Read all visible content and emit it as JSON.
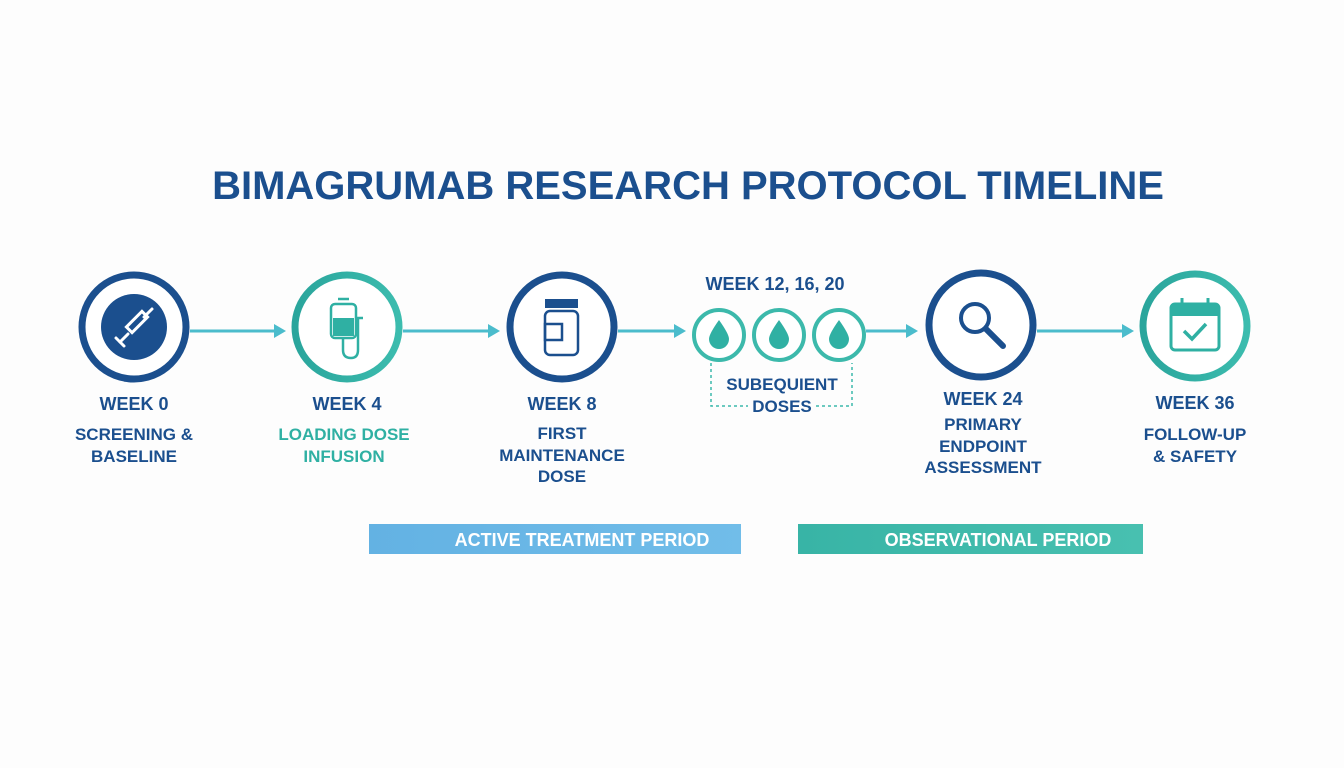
{
  "title": "BIMAGRUMAB RESEARCH PROTOCOL TIMELINE",
  "colors": {
    "navy": "#1b4f8e",
    "teal": "#2fb0a3",
    "arrow": "#4bbccc",
    "active_bar": "#5eb0e2",
    "observational_bar": "#3fb8a8"
  },
  "milestones": [
    {
      "week": "WEEK 0",
      "desc": [
        "SCREENING &",
        "BASELINE"
      ],
      "icon": "syringe-icon"
    },
    {
      "week": "WEEK 4",
      "desc": [
        "LOADING DOSE",
        "INFUSION"
      ],
      "icon": "iv-bag-icon"
    },
    {
      "week": "WEEK 8",
      "desc": [
        "FIRST",
        "MAINTENANCE",
        "DOSE"
      ],
      "icon": "medicine-bottle-icon"
    },
    {
      "week": "WEEK 12, 16, 20",
      "desc": [
        "SUBEQUIENT",
        "DOSES"
      ],
      "icon": "droplet-icon"
    },
    {
      "week": "WEEK 24",
      "desc": [
        "PRIMARY",
        "ENDPOINT",
        "ASSESSMENT"
      ],
      "icon": "magnifier-icon"
    },
    {
      "week": "WEEK 36",
      "desc": [
        "FOLLOW-UP",
        "& SAFETY"
      ],
      "icon": "calendar-check-icon"
    }
  ],
  "periods": {
    "active": "ACTIVE TREATMENT PERIOD",
    "observational": "OBSERVATIONAL PERIOD"
  }
}
